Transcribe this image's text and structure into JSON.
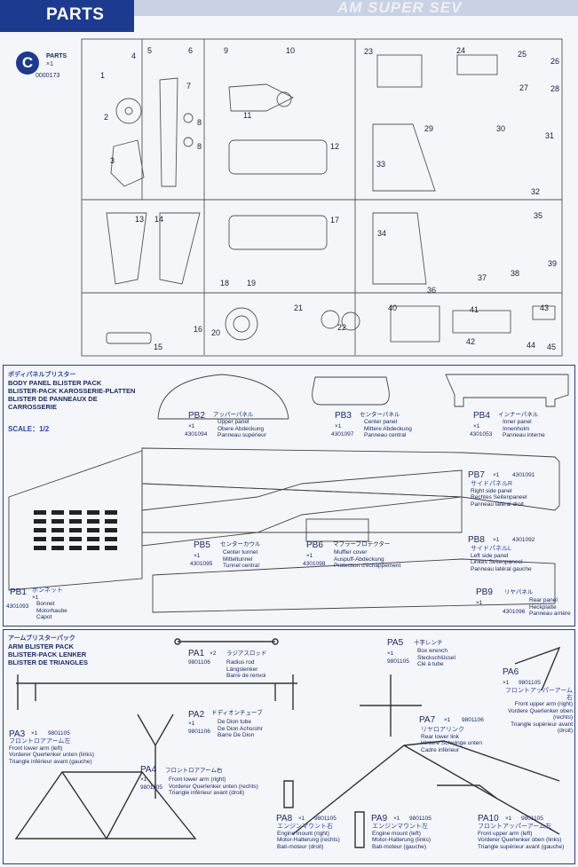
{
  "header": {
    "title": "PARTS",
    "ghost": "AM SUPER SEV"
  },
  "parts_c": {
    "letter": "C",
    "label": "PARTS",
    "qty": "×1",
    "code": "0000173"
  },
  "sprue_numbers": [
    "1",
    "2",
    "3",
    "4",
    "5",
    "6",
    "7",
    "8",
    "8",
    "9",
    "10",
    "11",
    "12",
    "13",
    "14",
    "15",
    "16",
    "17",
    "18",
    "19",
    "20",
    "21",
    "22",
    "23",
    "24",
    "25",
    "26",
    "27",
    "28",
    "29",
    "30",
    "31",
    "32",
    "33",
    "34",
    "35",
    "36",
    "37",
    "38",
    "39",
    "40",
    "41",
    "42",
    "43",
    "44",
    "45"
  ],
  "body_panel": {
    "title_jp": "ボディパネルブリスター",
    "title_lines": [
      "BODY PANEL BLISTER PACK",
      "BLISTER-PACK KAROSSERIE-PLATTEN",
      "BLISTER DE PANNEAUX DE",
      "CARROSSERIE"
    ],
    "scale": "SCALE：1/2",
    "items": [
      {
        "id": "PB1",
        "qty": "×1",
        "code": "4301093",
        "jp": "ボンネット",
        "lines": [
          "Bonnet",
          "Motorhaube",
          "Capot"
        ]
      },
      {
        "id": "PB2",
        "qty": "×1",
        "code": "4301094",
        "jp": "アッパーパネル",
        "lines": [
          "Upper panel",
          "Obere Abdeckung",
          "Panneau supérieur"
        ]
      },
      {
        "id": "PB3",
        "qty": "×1",
        "code": "4301097",
        "jp": "センターパネル",
        "lines": [
          "Center panel",
          "Mittere Abdeckung",
          "Panneau central"
        ]
      },
      {
        "id": "PB4",
        "qty": "×1",
        "code": "4301053",
        "jp": "インナーパネル",
        "lines": [
          "Inner panel",
          "Innenholm",
          "Panneau interne"
        ]
      },
      {
        "id": "PB5",
        "qty": "×1",
        "code": "4301095",
        "jp": "センターカウル",
        "lines": [
          "Center tunnel",
          "Mitteltunnel",
          "Tunnel central"
        ]
      },
      {
        "id": "PB6",
        "qty": "×1",
        "code": "4301098",
        "jp": "マフラープロテクター",
        "lines": [
          "Muffler cover",
          "Auspuff-Abdeckung",
          "Protection d'échappement"
        ]
      },
      {
        "id": "PB7",
        "qty": "×1",
        "code": "4301091",
        "jp": "サイドパネルR",
        "lines": [
          "Right side panel",
          "Rechtes Seitenpaneel",
          "Panneau latéral droit"
        ]
      },
      {
        "id": "PB8",
        "qty": "×1",
        "code": "4301092",
        "jp": "サイドパネルL",
        "lines": [
          "Left side panel",
          "Linkes Seitenpaneel",
          "Panneau latéral gauche"
        ]
      },
      {
        "id": "PB9",
        "qty": "×1",
        "code": "4301096",
        "jp": "リヤパネル",
        "lines": [
          "Rear panel",
          "Heckplatte",
          "Panneau arrière"
        ]
      }
    ]
  },
  "arm_panel": {
    "title_jp": "アームブリスターパック",
    "title_lines": [
      "ARM BLISTER PACK",
      "BLISTER-PACK LENKER",
      "BLISTER DE TRIANGLES"
    ],
    "items": [
      {
        "id": "PA1",
        "qty": "×2",
        "code": "9801106",
        "jp": "ラジアスロッド",
        "lines": [
          "Radius rod",
          "Längslenker",
          "Barre de renvoi"
        ]
      },
      {
        "id": "PA2",
        "qty": "×1",
        "code": "9801106",
        "jp": "ドディオンチューブ",
        "lines": [
          "De Dion tube",
          "De Dion Achsrohr",
          "Barre De Dion"
        ]
      },
      {
        "id": "PA3",
        "qty": "×1",
        "code": "9801105",
        "jp": "フロントロアアーム左",
        "lines": [
          "Front lower arm (left)",
          "Vorderer Querlenker unten (links)",
          "Triangle inférieur avant (gauche)"
        ]
      },
      {
        "id": "PA4",
        "qty": "×1",
        "code": "9801105",
        "jp": "フロントロアアーム右",
        "lines": [
          "Front lower arm (right)",
          "Vorderer Querlenker unten (rechts)",
          "Triangle inférieur avant (droit)"
        ]
      },
      {
        "id": "PA5",
        "qty": "×1",
        "code": "9801105",
        "jp": "十字レンチ",
        "lines": [
          "Box wrench",
          "Steckschlüssel",
          "Clé à tube"
        ]
      },
      {
        "id": "PA6",
        "qty": "×1",
        "code": "9801105",
        "jp": "フロントアッパーアーム右",
        "lines": [
          "Front upper arm (right)",
          "Vordere Querlenker oben",
          "(rechts)",
          "Triangle supérieur avant",
          "(droit)"
        ]
      },
      {
        "id": "PA7",
        "qty": "×1",
        "code": "9801106",
        "jp": "リヤロアリンク",
        "lines": [
          "Rear lower link",
          "Hintere Schwinge unten",
          "Cadre inférieur"
        ]
      },
      {
        "id": "PA8",
        "qty": "×1",
        "code": "9801105",
        "jp": "エンジンマウント右",
        "lines": [
          "Engine mount (right)",
          "Motor-Halterung (rechts)",
          "Bati-moteur (droit)"
        ]
      },
      {
        "id": "PA9",
        "qty": "×1",
        "code": "9801105",
        "jp": "エンジンマウント左",
        "lines": [
          "Engine mount (left)",
          "Motor-Halterung (links)",
          "Bati-moteur (gauche)"
        ]
      },
      {
        "id": "PA10",
        "qty": "×1",
        "code": "9801105",
        "jp": "フロントアッパーアーム左",
        "lines": [
          "Front upper arm (left)",
          "Vorderer Querlenker oben (links)",
          "Triangle supérieur avant (gauche)"
        ]
      }
    ]
  },
  "colors": {
    "brand": "#1c3a8f",
    "line": "#2a3d8a",
    "jp": "#2a45b0"
  }
}
